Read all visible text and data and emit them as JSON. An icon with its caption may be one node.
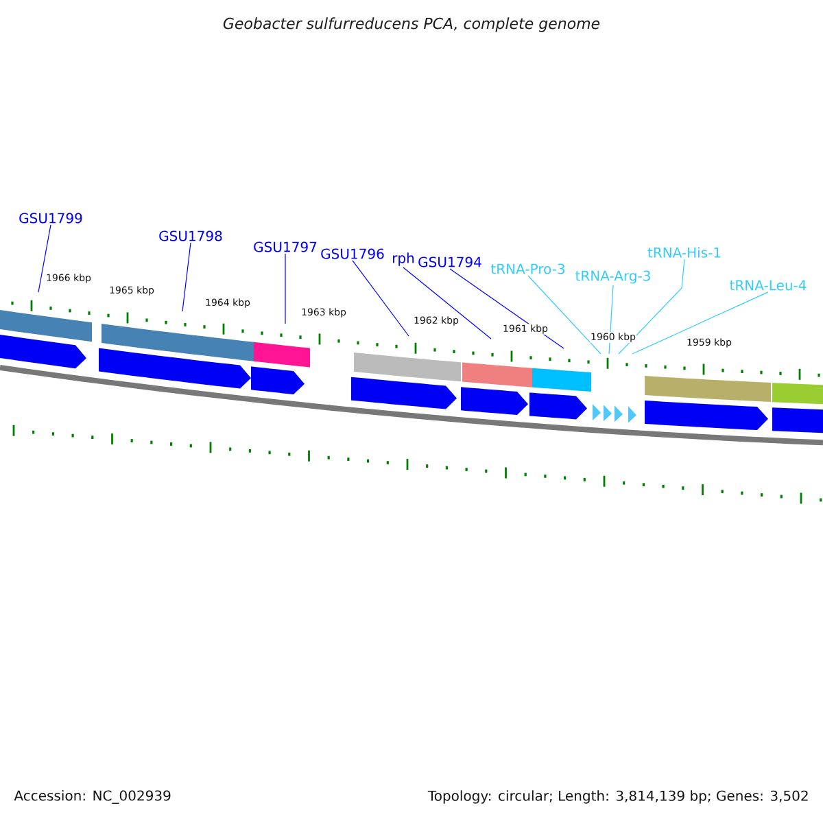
{
  "diagram": {
    "title": "Geobacter sulfurreducens PCA, complete genome",
    "nodes": [
      {
        "text": [
          "GSU1799"
        ]
      },
      {
        "text": [
          "GSU1798"
        ]
      },
      {
        "text": [
          "GSU1797"
        ]
      },
      {
        "text": [
          "GSU1796"
        ]
      },
      {
        "text": [
          "rph"
        ]
      },
      {
        "text": [
          "GSU1794"
        ]
      },
      {
        "text": [
          "tRNA-Pro-3"
        ]
      },
      {
        "text": [
          "tRNA-Arg-3"
        ]
      },
      {
        "text": [
          "tRNA-His-1"
        ]
      },
      {
        "text": [
          "tRNA-Leu-4"
        ]
      }
    ],
    "edges": [
      {
        "from": 0,
        "to": null,
        "arrow": "none"
      },
      {
        "from": 1,
        "to": null,
        "arrow": "none"
      },
      {
        "from": 2,
        "to": null,
        "arrow": "none"
      },
      {
        "from": 3,
        "to": null,
        "arrow": "none"
      },
      {
        "from": 4,
        "to": null,
        "arrow": "none"
      },
      {
        "from": 5,
        "to": null,
        "arrow": "none"
      },
      {
        "from": 6,
        "to": null,
        "arrow": "none",
        "color": "#33ccff"
      },
      {
        "from": 7,
        "to": null,
        "arrow": "none",
        "color": "#33ccff"
      },
      {
        "from": 8,
        "to": null,
        "arrow": "none",
        "color": "#33ccff"
      },
      {
        "from": 9,
        "to": null,
        "arrow": "none",
        "color": "#33ccff"
      }
    ],
    "labels": [
      "1966 kbp",
      "1965 kbp",
      "1964 kbp",
      "1963 kbp",
      "1962 kbp",
      "1961 kbp",
      "1960 kbp",
      "1959 kbp",
      "Accession: NC_002939",
      "Topology: circular; Length: 3,814,139 bp; Genes: 3,502"
    ]
  }
}
